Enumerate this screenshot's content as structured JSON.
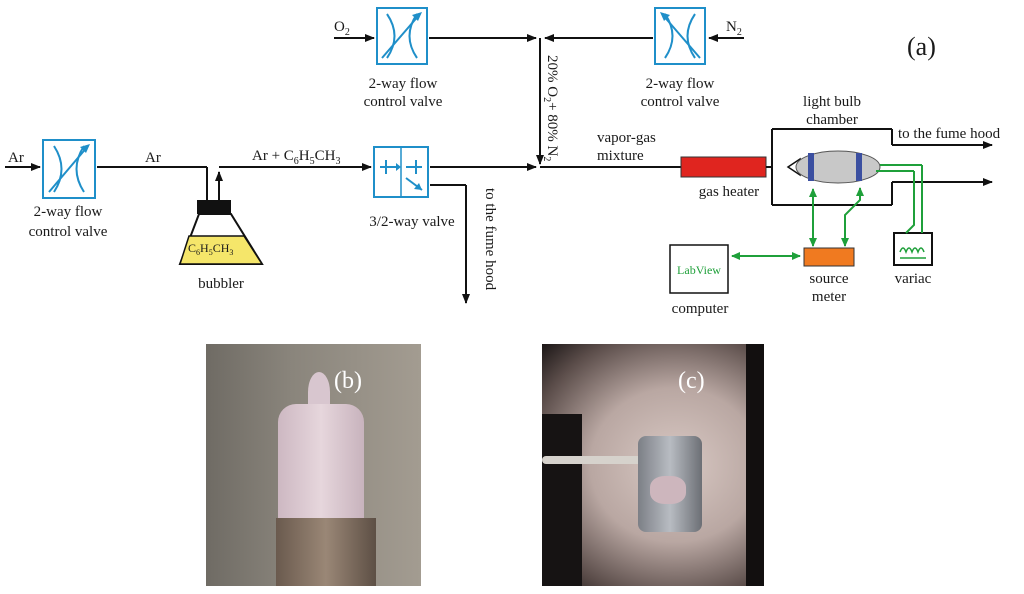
{
  "panel_a": {
    "tag": "(a)",
    "gases": {
      "o2": "O",
      "o2_sub": "2",
      "n2": "N",
      "n2_sub": "2",
      "ar_in": "Ar",
      "ar_after_valve": "Ar",
      "ar_toluene_prefix": "Ar + C",
      "ar_toluene_sub1": "6",
      "ar_toluene_mid": "H",
      "ar_toluene_sub2": "5",
      "ar_toluene_suffix": "CH",
      "ar_toluene_sub3": "3"
    },
    "valves": {
      "o2_valve_line1": "2-way flow",
      "o2_valve_line2": "control valve",
      "n2_valve_line1": "2-way flow",
      "n2_valve_line2": "control valve",
      "ar_valve_line1": "2-way flow",
      "ar_valve_line2": "control valve",
      "three_two_valve": "3/2-way valve"
    },
    "mix_label": {
      "p1": "20% O",
      "s1": "2",
      "p2": "+ 80% N",
      "s2": "2"
    },
    "bubbler": {
      "label": "bubbler",
      "content_p1": "C",
      "content_s1": "6",
      "content_p2": "H",
      "content_s2": "5",
      "content_p3": "CH",
      "content_s3": "3"
    },
    "fume_hood_vertical": "to the fume hood",
    "vapor_gas_line1": "vapor-",
    "vapor_gas_line2": "gas",
    "vapor_gas_line3": "mixture",
    "gas_heater": "gas heater",
    "chamber_line1": "light bulb",
    "chamber_line2": "chamber",
    "fume_hood_right": "to the fume hood",
    "computer_screen": "LabView",
    "computer": "computer",
    "source_meter_line1": "source",
    "source_meter_line2": "meter",
    "variac": "variac"
  },
  "panel_b": {
    "tag": "(b)"
  },
  "panel_c": {
    "tag": "(c)"
  },
  "colors": {
    "valve_blue": "#1f8fc9",
    "heater_red": "#e0251f",
    "source_meter_orange": "#f07a20",
    "signal_green": "#1fa03a",
    "bubbler_yellow": "#f5e66a"
  }
}
